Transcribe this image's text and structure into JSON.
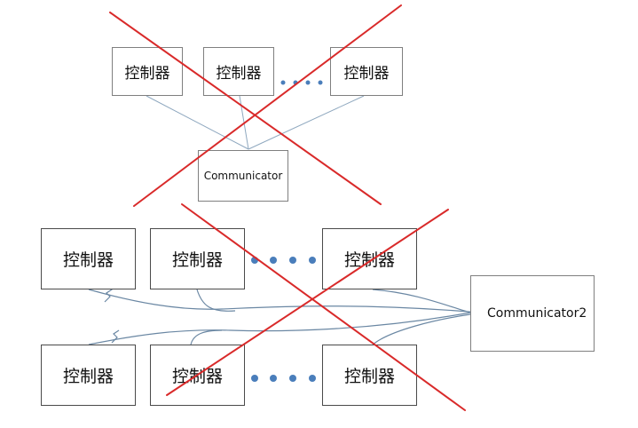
{
  "top_diagram": {
    "controllers": [
      "控制器",
      "控制器",
      "控制器"
    ],
    "communicator": "Communicator"
  },
  "bottom_diagram": {
    "row1_controllers": [
      "控制器",
      "控制器",
      "控制器"
    ],
    "row2_controllers": [
      "控制器",
      "控制器",
      "控制器"
    ],
    "communicator": "Communicator2"
  },
  "colors": {
    "connector": "#8fa8bf",
    "dots": "#4a7ebb",
    "cross": "#d92a2a",
    "box_border": "#7f7f7f"
  }
}
